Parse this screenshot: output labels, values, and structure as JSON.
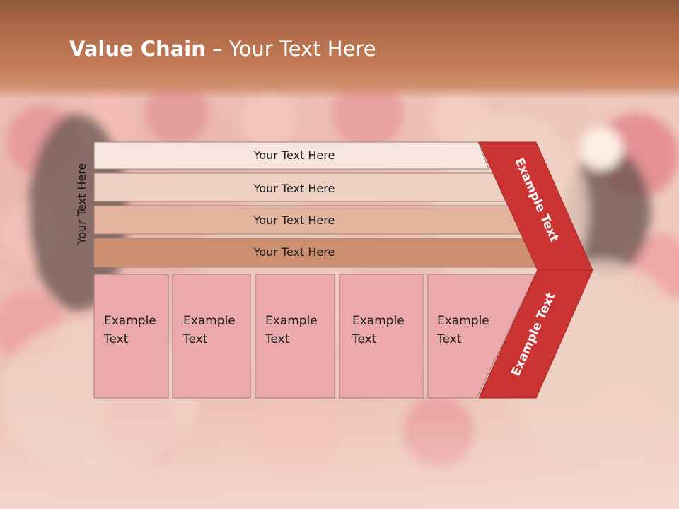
{
  "title": {
    "bold": "Value Chain",
    "rest": " – Your Text Here"
  },
  "vertical_label": "Your Text Here",
  "bars": [
    "Your Text Here",
    "Your Text Here",
    "Your Text Here",
    "Your Text Here"
  ],
  "boxes": [
    {
      "line1": "Example",
      "line2": "Text"
    },
    {
      "line1": "Example",
      "line2": "Text"
    },
    {
      "line1": "Example",
      "line2": "Text"
    },
    {
      "line1": "Example",
      "line2": "Text"
    },
    {
      "line1": "Example",
      "line2": "Text"
    }
  ],
  "chevron": {
    "top_text": "Example Text",
    "bottom_text": "Example Text"
  },
  "colors": {
    "header": "#b06a48",
    "chevron": "#cc3333",
    "box": "#eba9ab",
    "bar4": "#cc9071"
  }
}
